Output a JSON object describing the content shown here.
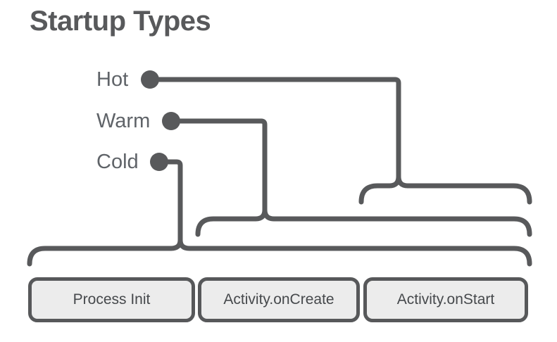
{
  "title": "Startup Types",
  "colors": {
    "background": "#ffffff",
    "line": "#58595b",
    "dot": "#58595b",
    "title_text": "#58595b",
    "label_text": "#5f6368",
    "box_fill": "#ececec",
    "box_border": "#57585a",
    "box_text": "#46494c"
  },
  "diagram": {
    "types": [
      {
        "label": "Hot",
        "covers": [
          "Activity.onStart"
        ]
      },
      {
        "label": "Warm",
        "covers": [
          "Activity.onCreate",
          "Activity.onStart"
        ]
      },
      {
        "label": "Cold",
        "covers": [
          "Process Init",
          "Activity.onCreate",
          "Activity.onStart"
        ]
      }
    ],
    "stages": [
      "Process Init",
      "Activity.onCreate",
      "Activity.onStart"
    ]
  }
}
